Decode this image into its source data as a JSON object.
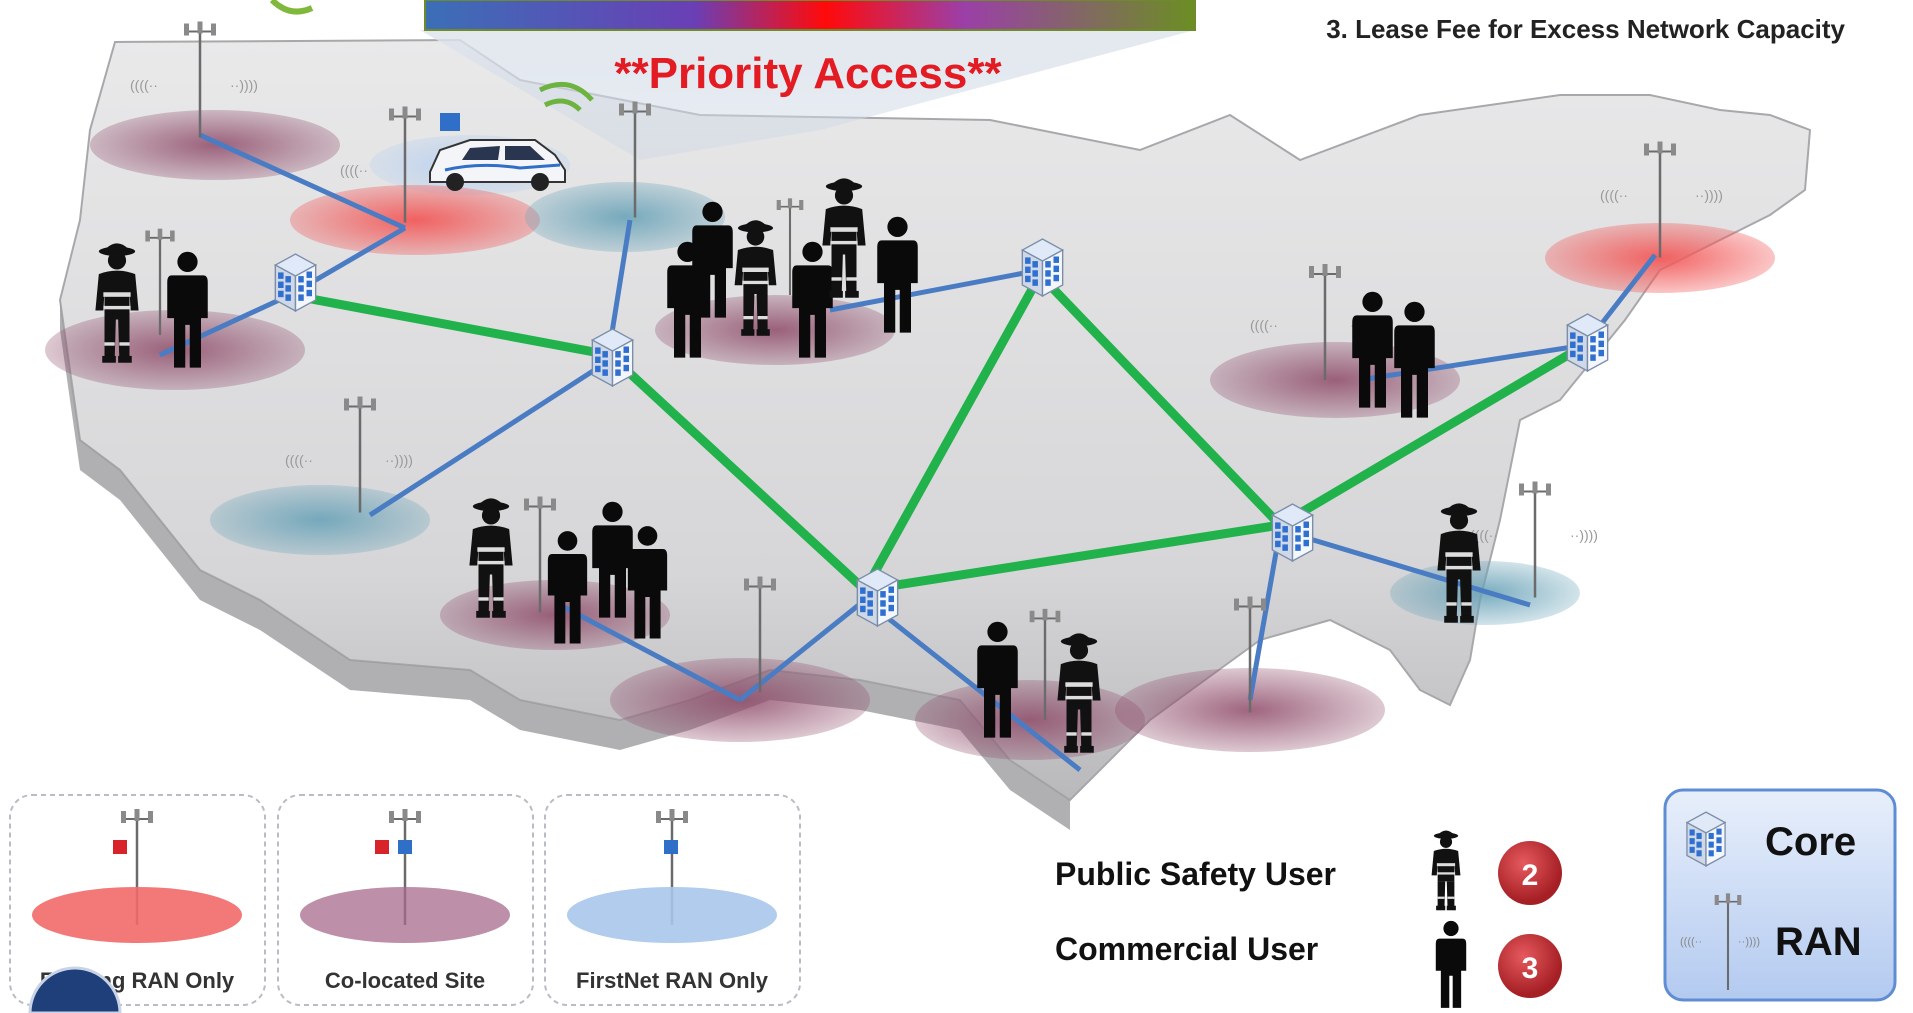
{
  "banner": {
    "title": "**Priority Access**",
    "fee_line": "3. Lease Fee for Excess Network Capacity",
    "gradient": [
      "#3b6fb6",
      "#8a2be2",
      "#ff0a0a",
      "#9b3fa8",
      "#6b8e23"
    ]
  },
  "legend_panels": [
    {
      "caption": "Existing RAN Only",
      "coverage_color": "#f26a6a",
      "square_colors": [
        "#d8232a"
      ]
    },
    {
      "caption": "Co-located Site",
      "coverage_color": "#a86a8c",
      "square_colors": [
        "#d8232a",
        "#2f6fc8"
      ]
    },
    {
      "caption": "FirstNet RAN Only",
      "coverage_color": "#a9c6ea",
      "square_colors": [
        "#2f6fc8"
      ]
    }
  ],
  "users": {
    "public_safety": {
      "label": "Public Safety User",
      "badge": "2",
      "icon": "firefighter-icon"
    },
    "commercial": {
      "label": "Commercial User",
      "badge": "3",
      "icon": "person-icon"
    }
  },
  "key": {
    "core_label": "Core",
    "ran_label": "RAN",
    "core_icon": "building-icon",
    "ran_icon": "cell-tower-icon"
  },
  "colors": {
    "backbone": "#22b24c",
    "link": "#4a7cc4",
    "existing_ran": "#f25a5a",
    "colocated": "#9e5a78",
    "firstnet_ran": "#7fb2c7",
    "badge": "#c0282c"
  }
}
